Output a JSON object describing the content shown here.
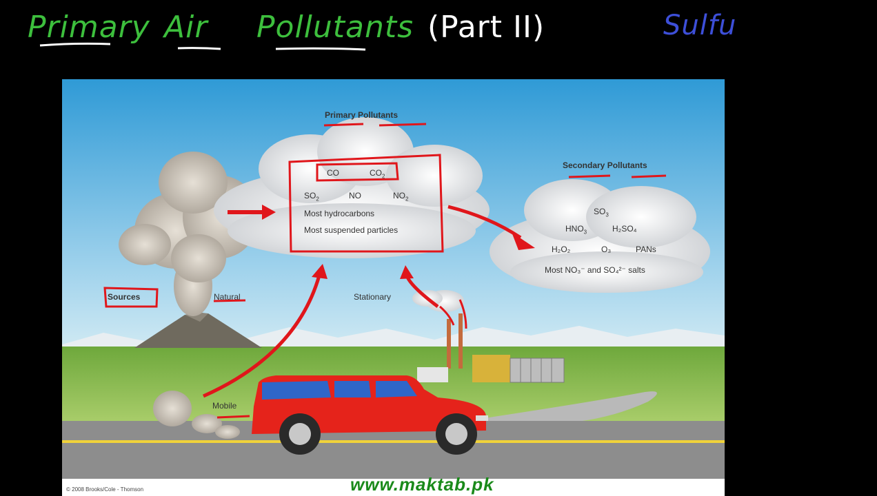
{
  "handwritten": {
    "title_primary": "Primary",
    "title_air": "Air",
    "title_pollutants": "Pollutants",
    "title_part": "(Part II)",
    "note_sulfur": "Sulfu"
  },
  "diagram": {
    "primary_heading": "Primary Pollutants",
    "secondary_heading": "Secondary Pollutants",
    "primary_items": {
      "co": "CO",
      "co2": "CO",
      "co2_sub": "2",
      "so2": "SO",
      "so2_sub": "2",
      "no": "NO",
      "no2": "NO",
      "no2_sub": "2",
      "hydrocarbons": "Most hydrocarbons",
      "particles": "Most suspended particles"
    },
    "secondary_items": {
      "so3": "SO",
      "so3_sub": "3",
      "hno3": "HNO",
      "hno3_sub": "3",
      "h2so4": "H₂SO₄",
      "h2o2": "H₂O₂",
      "o3": "O₃",
      "pans": "PANs",
      "salts": "Most NO₃⁻ and SO₄²⁻ salts"
    },
    "sources_label": "Sources",
    "natural_label": "Natural",
    "stationary_label": "Stationary",
    "mobile_label": "Mobile",
    "copyright": "© 2008 Brooks/Cole - Thomson"
  },
  "footer": {
    "website": "www.maktab.pk"
  },
  "colors": {
    "handwriting_green": "#3dbf3d",
    "handwriting_blue": "#3d4fd8",
    "annotation_red": "#e0161b",
    "car_red": "#e5231b",
    "website_green": "#1a8a1a"
  }
}
